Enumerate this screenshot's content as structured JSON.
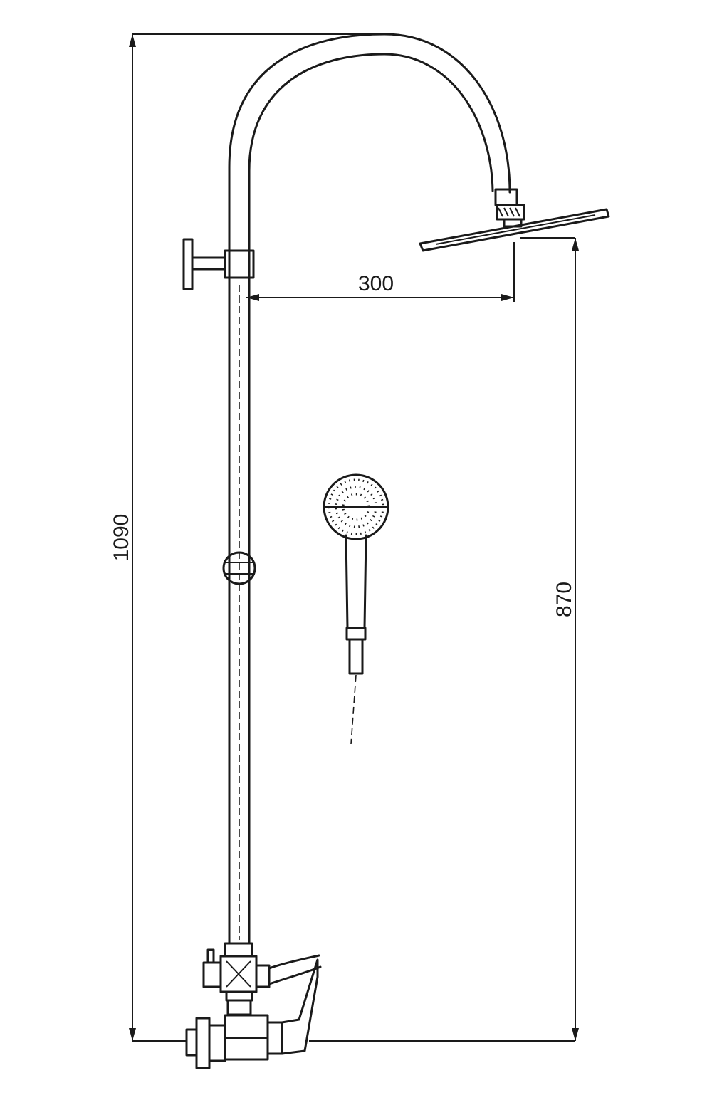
{
  "dimensions": {
    "arm_reach": "300",
    "total_height": "1090",
    "head_height": "870"
  },
  "colors": {
    "line": "#1a1a1a",
    "background": "#ffffff"
  }
}
